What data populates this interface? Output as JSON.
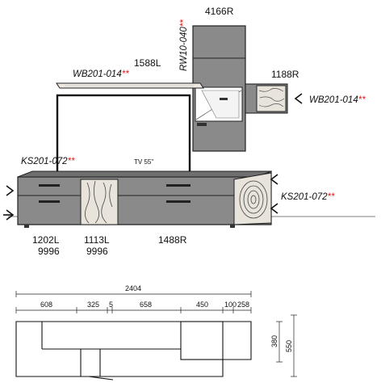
{
  "labels": {
    "tower_code": "4166R",
    "tower_rw_code": "RW10-040",
    "shelf_left_length": "1588L",
    "shelf_left_code": "WB201-014",
    "shelf_right_length": "1188R",
    "shelf_right_code": "WB201-014",
    "tv_label": "TV 55\"",
    "sideboard_left_code": "KS201-072",
    "sideboard_right_code": "KS201-072",
    "mod_left_code": "1202L",
    "mod_left_sub": "9996",
    "mod_mid_code": "1113L",
    "mod_mid_sub": "9996",
    "mod_right_code": "1488R",
    "stars": "**"
  },
  "dimensions": {
    "total": "2404",
    "segments": [
      "608",
      "325",
      "5",
      "658",
      "450",
      "100",
      "258"
    ],
    "height_inner": "380",
    "height_outer": "550"
  },
  "colors": {
    "cabinet_grey": "#8a8a8a",
    "cabinet_dark": "#6f6f6f",
    "wood_light": "#e8e4dc",
    "accent_red": "#e01818"
  }
}
